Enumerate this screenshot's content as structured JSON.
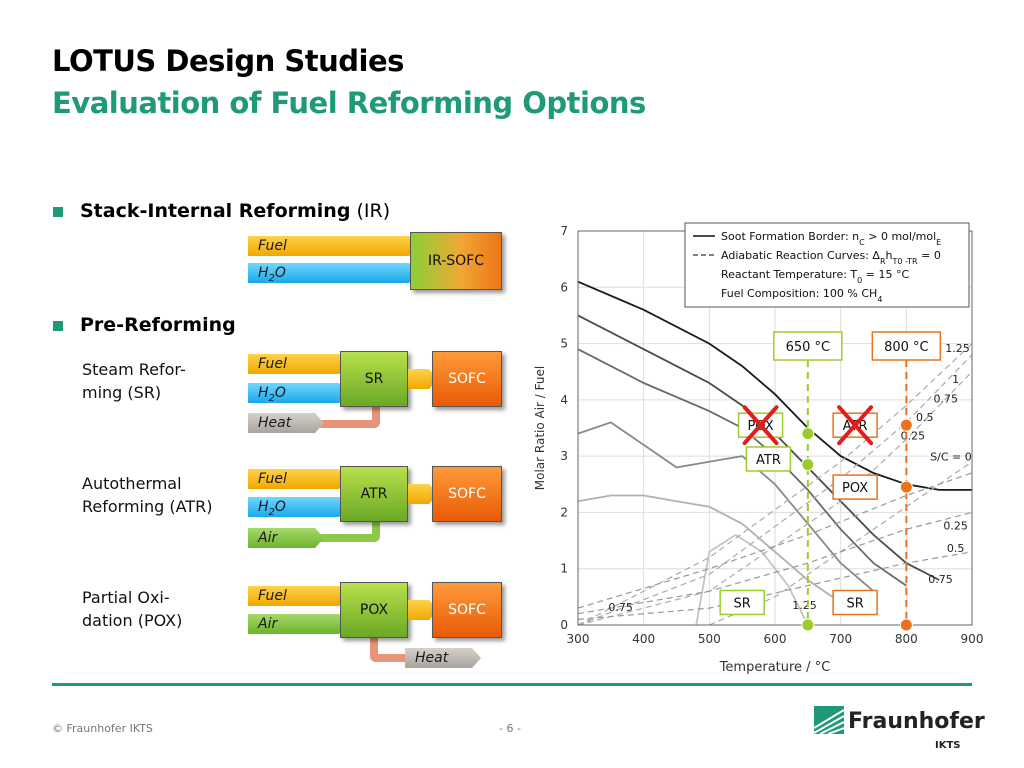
{
  "header": {
    "title": "LOTUS Design Studies",
    "subtitle": "Evaluation of Fuel Reforming Options"
  },
  "sections": {
    "ir": {
      "bold": "Stack-Internal Reforming",
      "normal": " (IR)"
    },
    "pre": {
      "bold": "Pre-Reforming"
    }
  },
  "labels": {
    "sr_line1": "Steam Refor-",
    "sr_line2": "ming (SR)",
    "atr_line1": "Autothermal",
    "atr_line2": "Reforming (ATR)",
    "pox_line1": "Partial Oxi-",
    "pox_line2": "dation (POX)"
  },
  "streams": {
    "fuel": "Fuel",
    "h2o_main": "H",
    "h2o_sub": "2",
    "h2o_end": "O",
    "air": "Air",
    "heat": "Heat"
  },
  "units": {
    "ir_sofc": "IR-SOFC",
    "sr": "SR",
    "atr": "ATR",
    "pox": "POX",
    "sofc": "SOFC"
  },
  "colors": {
    "accent": "#1e9a78",
    "line_650": "#9ccc2c",
    "line_800": "#e8731c",
    "cross": "#e21c1c"
  },
  "chart_data": {
    "type": "line",
    "xlabel": "Temperature / °C",
    "ylabel": "Molar Ratio Air / Fuel",
    "xlim": [
      300,
      900
    ],
    "ylim": [
      0,
      7
    ],
    "x_ticks": [
      "300",
      "400",
      "500",
      "600",
      "700",
      "800",
      "900"
    ],
    "y_ticks": [
      "0",
      "1",
      "2",
      "3",
      "4",
      "5",
      "6",
      "7"
    ],
    "grid": true,
    "legend_position": "top-right",
    "legend": [
      {
        "style": "solid",
        "text": "Soot Formation Border: n",
        "sub": "C",
        "text2": " > 0 mol/mol",
        "sub2": "E"
      },
      {
        "style": "dashed",
        "text": "Adiabatic Reaction Curves: Δ",
        "sub": "R",
        "text2": "h",
        "sub2": "T0 -TR",
        "text3": " = 0"
      },
      {
        "style": "none",
        "text": "Reactant Temperature: T",
        "sub": "0",
        "text2": " = 15 °C"
      },
      {
        "style": "none",
        "text": "Fuel Composition: 100 % CH",
        "sub": "4"
      }
    ],
    "series": [
      {
        "style": "solid",
        "color": "#1a1a1a",
        "x": [
          300,
          400,
          500,
          550,
          600,
          650,
          700,
          750,
          800,
          850,
          900
        ],
        "y": [
          6.1,
          5.6,
          5.0,
          4.6,
          4.1,
          3.5,
          3.0,
          2.7,
          2.5,
          2.4,
          2.4
        ]
      },
      {
        "style": "solid",
        "color": "#4a4a4a",
        "x": [
          300,
          400,
          500,
          550,
          600,
          650,
          700,
          750,
          800,
          850
        ],
        "y": [
          5.5,
          4.9,
          4.3,
          3.9,
          3.4,
          2.8,
          2.2,
          1.6,
          1.1,
          0.8
        ]
      },
      {
        "style": "solid",
        "color": "#6a6a6a",
        "x": [
          300,
          400,
          500,
          550,
          600,
          650,
          700,
          750,
          800
        ],
        "y": [
          4.9,
          4.3,
          3.8,
          3.5,
          3.0,
          2.4,
          1.7,
          1.1,
          0.7
        ]
      },
      {
        "style": "solid",
        "color": "#8a8a8a",
        "x": [
          300,
          350,
          400,
          450,
          500,
          550,
          600,
          650,
          700,
          750
        ],
        "y": [
          3.4,
          3.6,
          3.2,
          2.8,
          2.9,
          3.0,
          2.5,
          1.8,
          1.1,
          0.6
        ]
      },
      {
        "style": "solid",
        "color": "#b0b0b0",
        "x": [
          300,
          350,
          400,
          450,
          500,
          550,
          600,
          650,
          700
        ],
        "y": [
          2.2,
          2.3,
          2.3,
          2.2,
          2.1,
          1.8,
          1.3,
          0.8,
          0.4
        ]
      },
      {
        "style": "solid",
        "color": "#c4c4c4",
        "x": [
          480,
          500,
          540,
          580,
          620,
          650
        ],
        "y": [
          0.0,
          1.3,
          1.6,
          1.3,
          0.7,
          0.0
        ]
      },
      {
        "style": "dashed",
        "color": "#aaaaaa",
        "x": [
          300,
          500,
          700,
          800,
          900
        ],
        "y": [
          0.0,
          0.6,
          2.2,
          3.3,
          4.5
        ]
      },
      {
        "style": "dashed",
        "color": "#aaaaaa",
        "x": [
          300,
          500,
          700,
          800,
          900
        ],
        "y": [
          0.0,
          0.9,
          2.6,
          3.6,
          4.8
        ]
      },
      {
        "style": "dashed",
        "color": "#aaaaaa",
        "x": [
          300,
          500,
          700,
          800,
          900
        ],
        "y": [
          0.0,
          1.2,
          2.9,
          3.9,
          5.0
        ]
      },
      {
        "style": "dashed",
        "color": "#aaaaaa",
        "x": [
          500,
          600,
          700,
          800,
          900
        ],
        "y": [
          0.0,
          0.5,
          1.3,
          2.1,
          2.9
        ]
      },
      {
        "style": "dashed",
        "color": "#999999",
        "x": [
          300,
          500,
          650,
          800,
          900
        ],
        "y": [
          0.3,
          1.0,
          1.6,
          2.3,
          2.7
        ]
      },
      {
        "style": "dashed",
        "color": "#999999",
        "x": [
          300,
          500,
          650,
          800,
          900
        ],
        "y": [
          0.2,
          0.6,
          1.1,
          1.7,
          2.0
        ]
      },
      {
        "style": "dashed",
        "color": "#999999",
        "x": [
          300,
          500,
          650,
          800,
          900
        ],
        "y": [
          0.1,
          0.3,
          0.7,
          1.1,
          1.3
        ]
      }
    ],
    "curve_labels": [
      {
        "text": "1.25",
        "x": 878,
        "y": 4.85
      },
      {
        "text": "1",
        "x": 875,
        "y": 4.3
      },
      {
        "text": "0.75",
        "x": 860,
        "y": 3.95
      },
      {
        "text": "0.5",
        "x": 828,
        "y": 3.62
      },
      {
        "text": "0.25",
        "x": 810,
        "y": 3.3
      },
      {
        "text": "0.25",
        "x": 875,
        "y": 1.7
      },
      {
        "text": "0.5",
        "x": 875,
        "y": 1.3
      },
      {
        "text": "0.75",
        "x": 852,
        "y": 0.75
      },
      {
        "text": "0.75",
        "x": 365,
        "y": 0.25
      },
      {
        "text": "1.25",
        "x": 645,
        "y": 0.28
      },
      {
        "text": "S/C = 0",
        "x": 868,
        "y": 2.92
      }
    ],
    "vlines": [
      {
        "x": 650,
        "label": "650 °C",
        "color": "#9ccc2c"
      },
      {
        "x": 800,
        "label": "800 °C",
        "color": "#e8731c"
      }
    ],
    "points": [
      {
        "x": 650,
        "y": 3.4,
        "color": "#9ccc2c"
      },
      {
        "x": 650,
        "y": 2.85,
        "color": "#9ccc2c"
      },
      {
        "x": 650,
        "y": 0.0,
        "color": "#9ccc2c"
      },
      {
        "x": 800,
        "y": 3.55,
        "color": "#e8731c"
      },
      {
        "x": 800,
        "y": 2.45,
        "color": "#e8731c"
      },
      {
        "x": 800,
        "y": 0.0,
        "color": "#e8731c"
      }
    ],
    "tags": [
      {
        "text": "POX",
        "x": 578,
        "y": 3.55,
        "color": "#9ccc2c",
        "crossed": true
      },
      {
        "text": "ATR",
        "x": 590,
        "y": 2.95,
        "color": "#9ccc2c",
        "crossed": false
      },
      {
        "text": "SR",
        "x": 550,
        "y": 0.4,
        "color": "#9ccc2c",
        "crossed": false
      },
      {
        "text": "ATR",
        "x": 722,
        "y": 3.55,
        "color": "#e8731c",
        "crossed": true
      },
      {
        "text": "POX",
        "x": 722,
        "y": 2.45,
        "color": "#e8731c",
        "crossed": false
      },
      {
        "text": "SR",
        "x": 722,
        "y": 0.4,
        "color": "#e8731c",
        "crossed": false
      }
    ]
  },
  "footer": {
    "copyright": "© Fraunhofer IKTS",
    "page": "- 6 -",
    "logo": "Fraunhofer",
    "logo_sub": "IKTS"
  }
}
